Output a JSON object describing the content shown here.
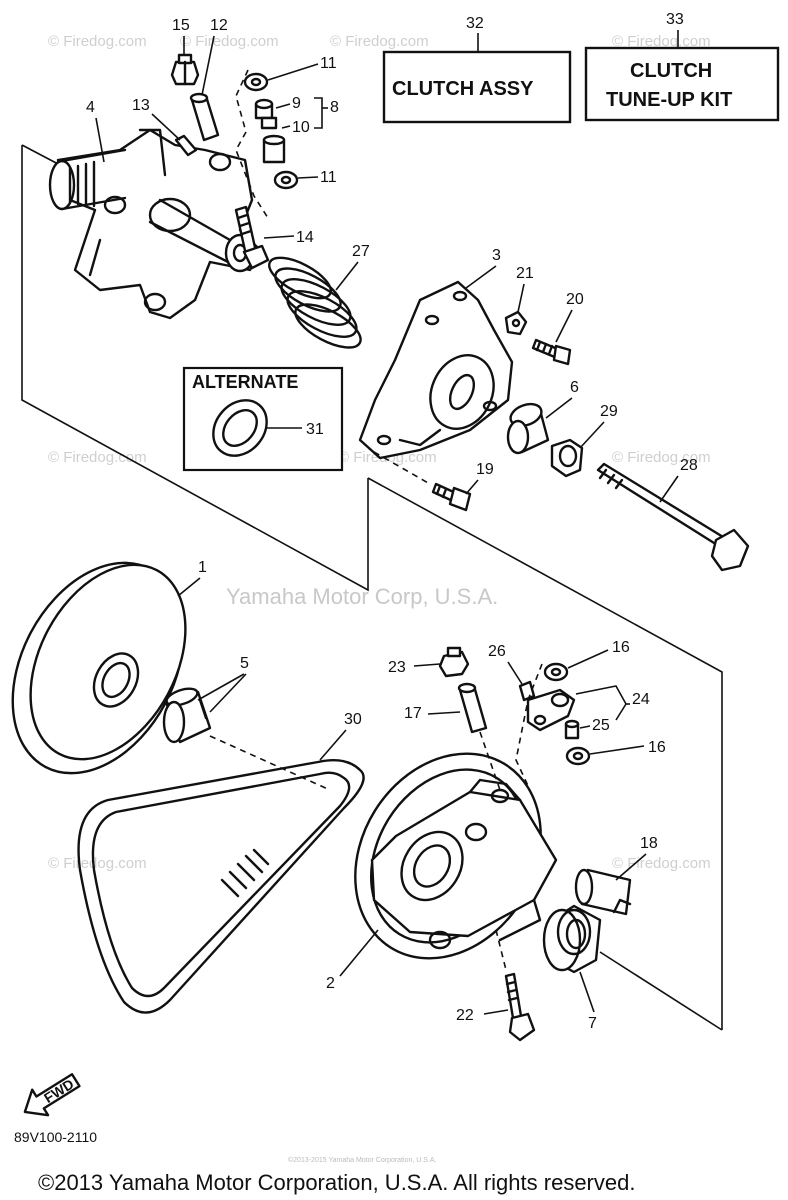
{
  "watermarks": {
    "site": "© Firedog.com",
    "corp": "Yamaha Motor Corp, U.S.A.",
    "fine_print": "©2013-2015 Yamaha Motor Corporation, U.S.A."
  },
  "boxes": {
    "clutch_assy": {
      "number": "32",
      "label": "CLUTCH ASSY"
    },
    "tune_up_kit": {
      "number": "33",
      "line1": "CLUTCH",
      "line2": "TUNE-UP KIT"
    },
    "alternate": {
      "label": "ALTERNATE",
      "number": "31"
    }
  },
  "callouts": {
    "c1": "1",
    "c2": "2",
    "c3": "3",
    "c4": "4",
    "c5": "5",
    "c6": "6",
    "c7": "7",
    "c8": "8",
    "c9": "9",
    "c10": "10",
    "c11a": "11",
    "c11b": "11",
    "c12": "12",
    "c13": "13",
    "c14": "14",
    "c15": "15",
    "c16a": "16",
    "c16b": "16",
    "c17": "17",
    "c18": "18",
    "c19": "19",
    "c20": "20",
    "c21": "21",
    "c22": "22",
    "c23": "23",
    "c24": "24",
    "c25": "25",
    "c26": "26",
    "c27": "27",
    "c28": "28",
    "c29": "29",
    "c30": "30"
  },
  "fwd_label": "FWD",
  "diagram_code": "89V100-2110",
  "copyright": "©2013 Yamaha Motor Corporation, U.S.A. All rights reserved."
}
